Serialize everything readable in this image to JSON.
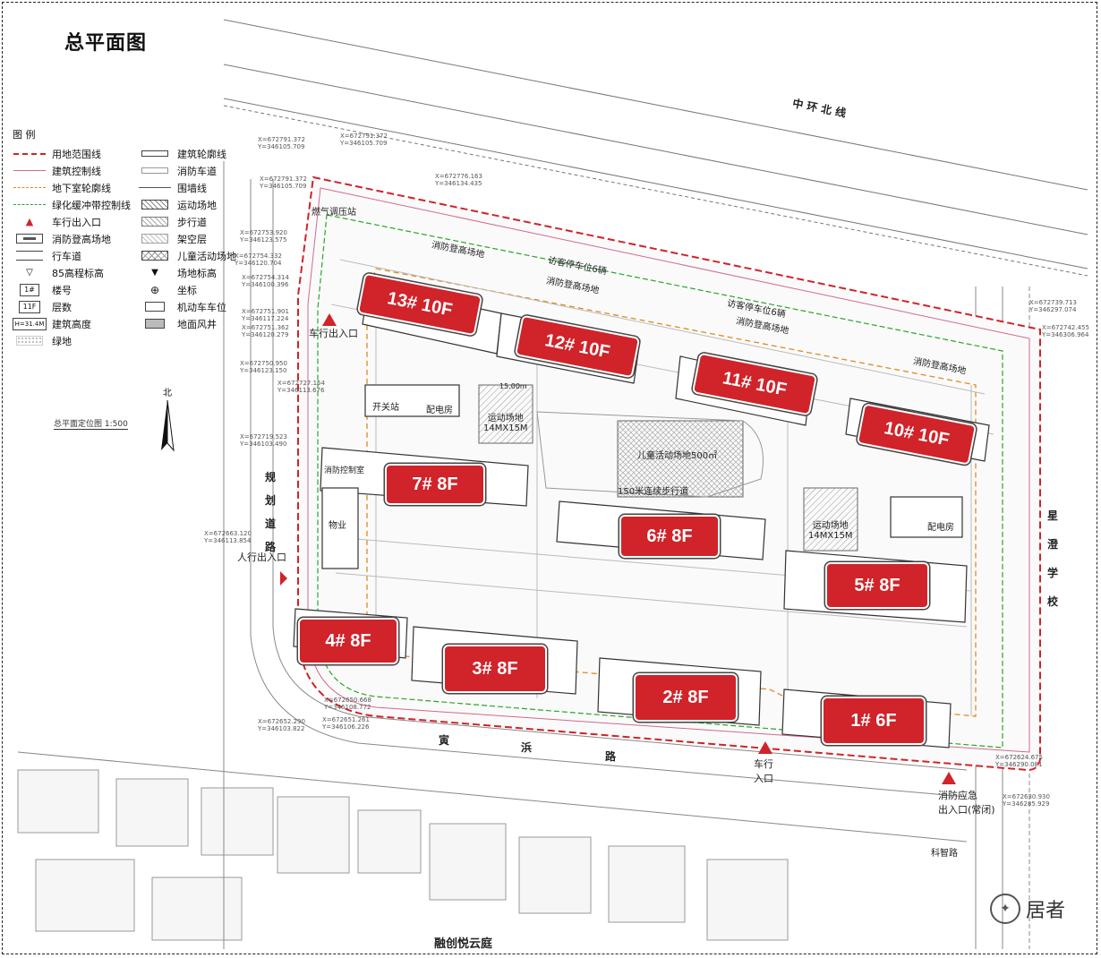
{
  "title": "总平面图",
  "legend": {
    "heading": "图 例",
    "left": [
      {
        "icon": "red-dashed-line-symbol",
        "label": "用地范围线"
      },
      {
        "icon": "pink-line-symbol",
        "label": "建筑控制线"
      },
      {
        "icon": "orange-dashed-line-symbol",
        "label": "地下室轮廓线"
      },
      {
        "icon": "green-dashed-line-symbol",
        "label": "绿化缓冲带控制线"
      },
      {
        "icon": "red-triangle-icon",
        "label": "车行出入口"
      },
      {
        "icon": "fire-platform-symbol",
        "label": "消防登高场地"
      },
      {
        "icon": "lane-symbol",
        "label": "行车道"
      },
      {
        "icon": "elevation-85-symbol",
        "label": "85高程标高"
      },
      {
        "icon": "building-number-symbol",
        "symbol_text": "1#",
        "label": "楼号"
      },
      {
        "icon": "floor-count-symbol",
        "symbol_text": "11F",
        "label": "层数"
      },
      {
        "icon": "height-symbol",
        "symbol_text": "H=31.4M",
        "label": "建筑高度"
      },
      {
        "icon": "green-area-symbol",
        "label": "绿地"
      }
    ],
    "right": [
      {
        "icon": "building-outline-symbol",
        "label": "建筑轮廓线"
      },
      {
        "icon": "fire-lane-symbol",
        "label": "消防车道"
      },
      {
        "icon": "wall-line-symbol",
        "label": "围墙线"
      },
      {
        "icon": "sports-hatch-symbol",
        "label": "运动场地"
      },
      {
        "icon": "walkway-hatch-symbol",
        "label": "步行道"
      },
      {
        "icon": "stilt-floor-symbol",
        "label": "架空层"
      },
      {
        "icon": "playground-symbol",
        "label": "儿童活动场地"
      },
      {
        "icon": "site-elevation-symbol",
        "label": "场地标高"
      },
      {
        "icon": "coordinate-symbol",
        "label": "坐标"
      },
      {
        "icon": "parking-symbol",
        "label": "机动车车位"
      },
      {
        "icon": "air-shaft-symbol",
        "label": "地面风井"
      }
    ],
    "scale": "总平面定位图 1:500",
    "north": "北"
  },
  "buildings": [
    {
      "label": "13# 10F"
    },
    {
      "label": "12# 10F"
    },
    {
      "label": "11# 10F"
    },
    {
      "label": "10# 10F"
    },
    {
      "label": "7# 8F"
    },
    {
      "label": "6# 8F"
    },
    {
      "label": "5# 8F"
    },
    {
      "label": "4# 8F"
    },
    {
      "label": "3# 8F"
    },
    {
      "label": "2# 8F"
    },
    {
      "label": "1# 6F"
    }
  ],
  "roads": {
    "north": "中 环 北 线",
    "west": [
      "规",
      "划",
      "道",
      "路"
    ],
    "south": [
      "寅",
      "浜",
      "路"
    ],
    "east": [
      "星",
      "澄",
      "学",
      "校"
    ],
    "kezhi": "科智路",
    "neighbor": "融创悦云庭"
  },
  "site_labels": {
    "gas": "燃气调压站",
    "car_entry_nw": "车行出入口",
    "person_entry": "人行出入口",
    "car_entry_s": "车行\n入口",
    "fire_exit": "消防应急\n出入口(常闭)",
    "sports1": "运动场地\n14MX15M",
    "sports2": "运动场地\n14MX15M",
    "kids": "儿童活动场地500㎡",
    "walk": "150米连续步行道",
    "visitor1": "访客停车位6辆",
    "visitor2": "访客停车位6辆",
    "fire1": "消防登高场地",
    "fire2": "消防登高场地",
    "fire3": "消防登高场地",
    "fire4": "消防登高场地",
    "switch": "开关站",
    "power1": "配电房",
    "power2": "配电房",
    "property": "物业",
    "control": "消防控制室",
    "dim": "15.00m"
  },
  "coords": [
    "X=672791.372\nY=346105.709",
    "X=672791.372\nY=346105.709",
    "X=672791.372\nY=346105.709",
    "X=672776.163\nY=346134.435",
    "X=672753.920\nY=346123.575",
    "X=672754.332\nY=346120.704",
    "X=672754.314\nY=346100.396",
    "X=672751.901\nY=346117.224",
    "X=672751.362\nY=346120.279",
    "X=672750.950\nY=346123.150",
    "X=672727.154\nY=346113.676",
    "X=672719.523\nY=346103.490",
    "X=672663.120\nY=346113.854",
    "X=672739.713\nY=346297.074",
    "X=672742.455\nY=346306.964",
    "X=672624.675\nY=346290.081",
    "X=672630.930\nY=346285.929",
    "X=672650.668\nY=346108.772",
    "X=672651.261\nY=346106.226",
    "X=672652.290\nY=346103.822"
  ],
  "watermark": "居者",
  "colors": {
    "tag": "#d0232a",
    "boundary": "#d0232a",
    "basement": "#e08a1e",
    "green": "#2aa52a",
    "control": "#d06a8a"
  }
}
